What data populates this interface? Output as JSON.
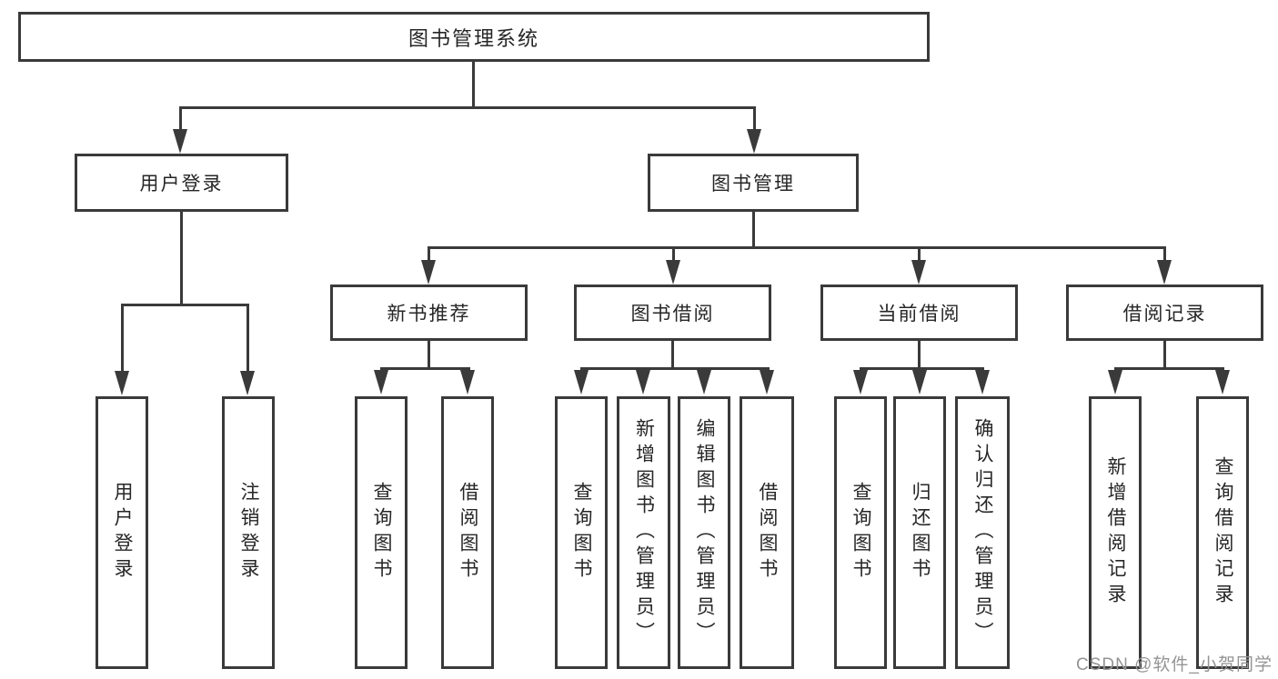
{
  "tree": {
    "label": "图书管理系统",
    "children": [
      {
        "label": "用户登录",
        "children": [
          {
            "label": "用户登录"
          },
          {
            "label": "注销登录"
          }
        ]
      },
      {
        "label": "图书管理",
        "children": [
          {
            "label": "新书推荐",
            "children": [
              {
                "label": "查询图书"
              },
              {
                "label": "借阅图书"
              }
            ]
          },
          {
            "label": "图书借阅",
            "children": [
              {
                "label": "查询图书"
              },
              {
                "label": "新增图书（管理员）"
              },
              {
                "label": "编辑图书（管理员）"
              },
              {
                "label": "借阅图书"
              }
            ]
          },
          {
            "label": "当前借阅",
            "children": [
              {
                "label": "查询图书"
              },
              {
                "label": "归还图书"
              },
              {
                "label": "确认归还（管理员）"
              }
            ]
          },
          {
            "label": "借阅记录",
            "children": [
              {
                "label": "新增借阅记录"
              },
              {
                "label": "查询借阅记录"
              }
            ]
          }
        ]
      }
    ]
  },
  "watermark": "CSDN @软件_小贺同学",
  "colors": {
    "line": "#3a3a3a",
    "text": "#262626",
    "watermark": "#949494",
    "background": "#ffffff"
  }
}
